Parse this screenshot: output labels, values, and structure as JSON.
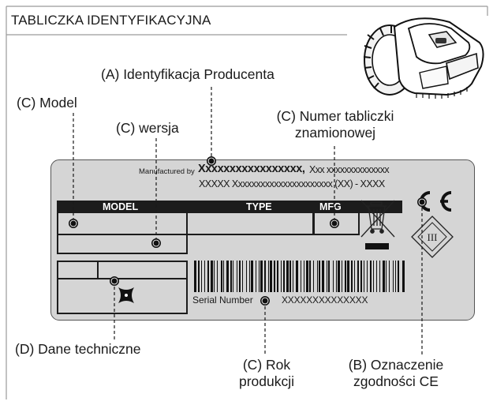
{
  "header": {
    "title": "TABLICZKA IDENTYFIKACYJNA"
  },
  "callouts": {
    "producer": "(A) Identyfikacja Producenta",
    "model": "(C) Model",
    "version": "(C) wersja",
    "plate_number_line1": "(C) Numer tabliczki",
    "plate_number_line2": "znamionowej",
    "technical": "(D) Dane techniczne",
    "year_line1": "(C) Rok",
    "year_line2": "produkcji",
    "ce_line1": "(B) Oznaczenie",
    "ce_line2": "zgodności CE"
  },
  "plate": {
    "manufactured_by": "Manufactured by",
    "manufacturer_name": "Xxxxxxxxxxxxxxxxx,",
    "manufacturer_rest": "Xxx xxxxxxxxxxxxxx",
    "address_line": "XXXXX Xxxxxxxxxxxxxxxxxxxxxx (XX) - XXXX",
    "col_model": "MODEL",
    "col_type": "TYPE",
    "col_mfg": "MFG",
    "serial_label": "Serial Number",
    "serial_value": "XXXXXXXXXXXXXX",
    "ce_mark": "CE",
    "class_mark": "III"
  }
}
